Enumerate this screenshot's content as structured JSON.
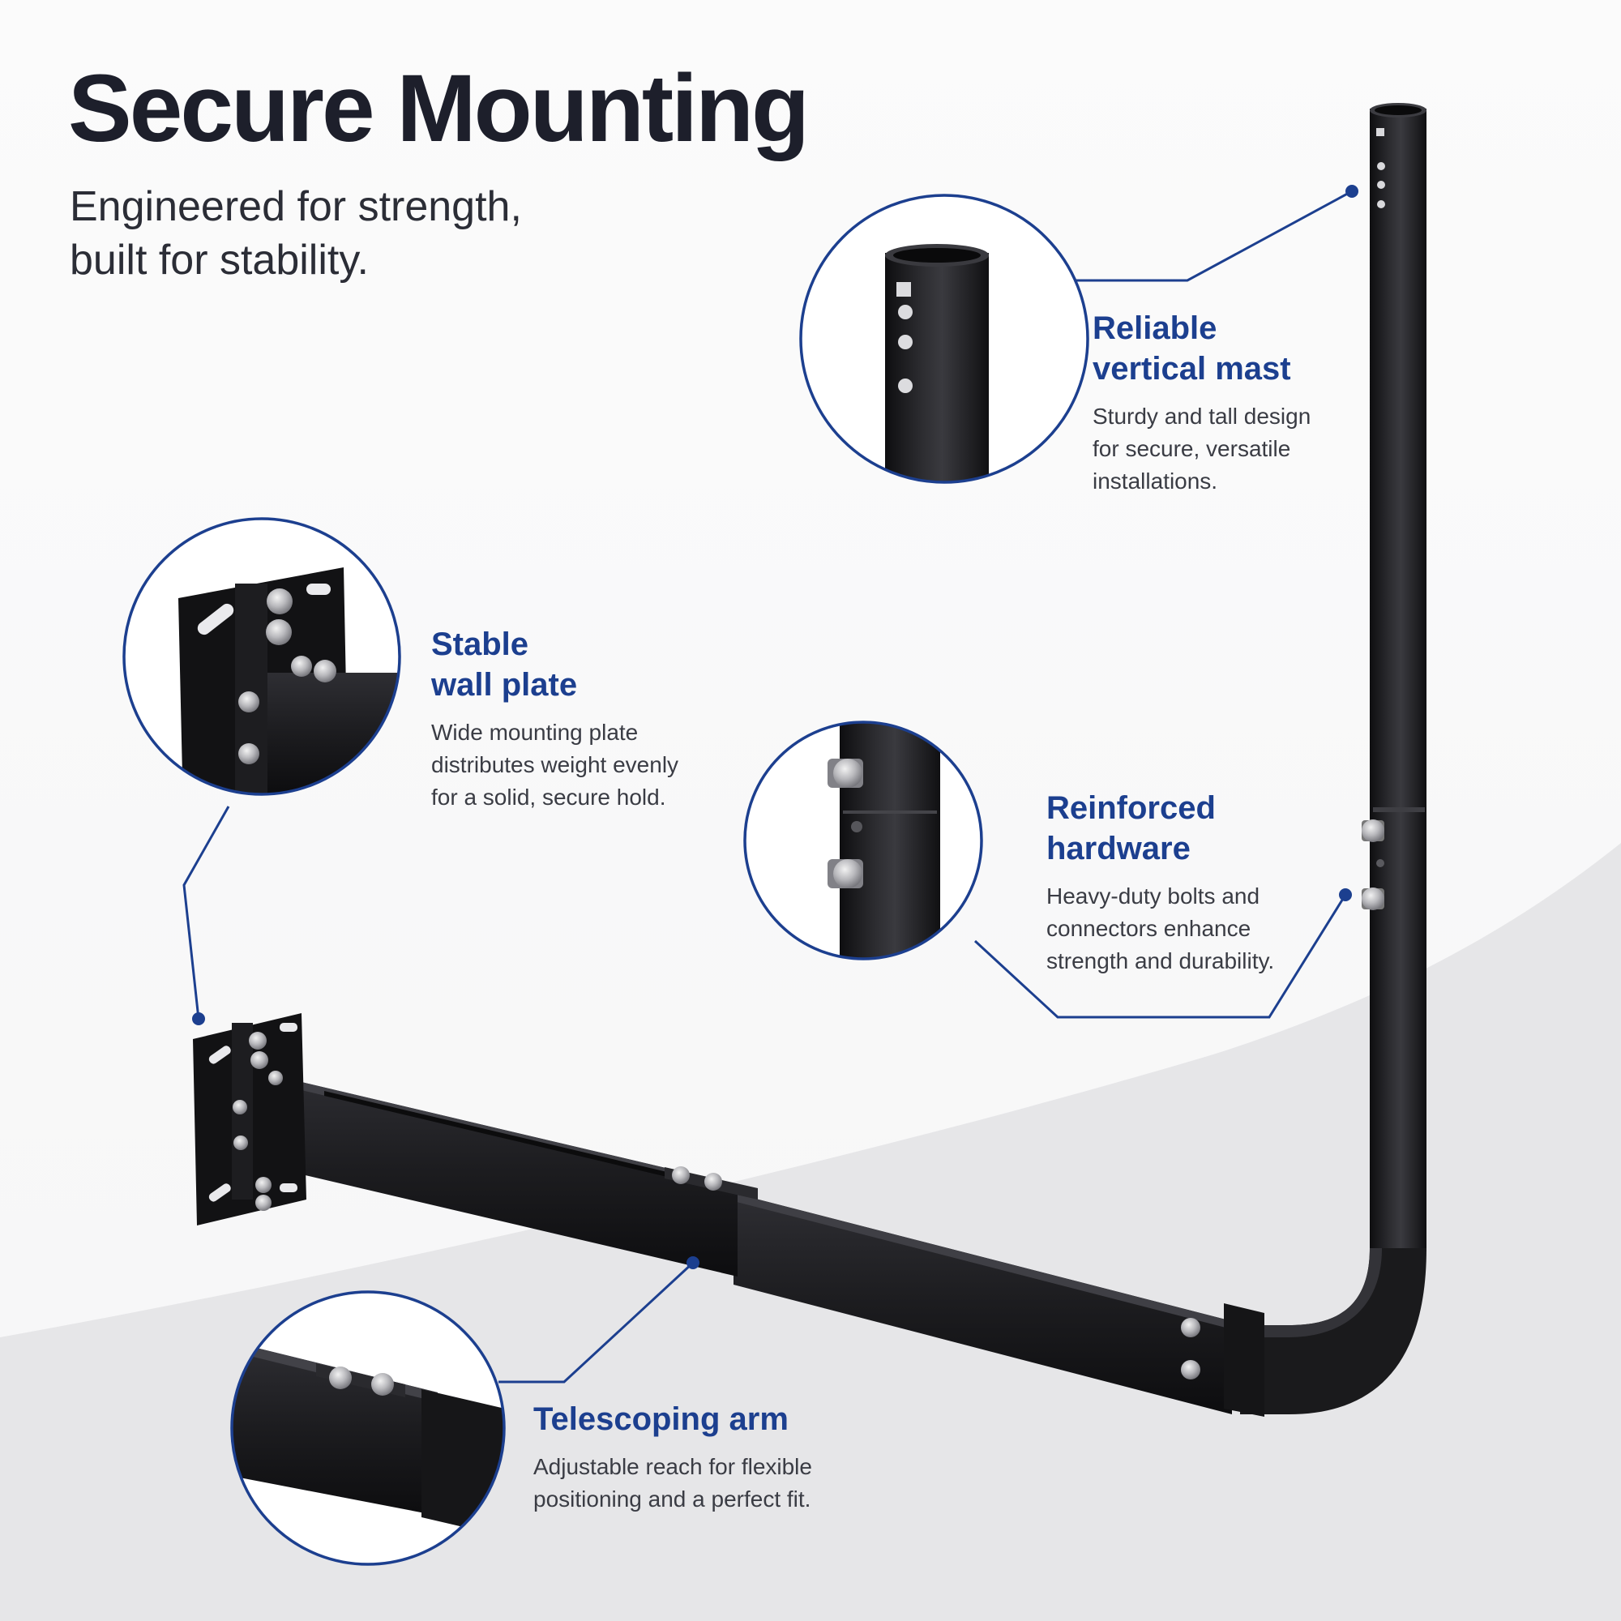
{
  "title": "Secure Mounting",
  "subtitle": [
    "Engineered for strength,",
    "built for stability."
  ],
  "colors": {
    "accent": "#1c3f8f",
    "title": "#1d1f2b",
    "metal": "#1b1b1d",
    "background": "#f7f7f8"
  },
  "features": {
    "mast": {
      "heading": [
        "Reliable",
        "vertical mast"
      ],
      "description": [
        "Sturdy and tall design",
        "for secure, versatile",
        "installations."
      ]
    },
    "plate": {
      "heading": [
        "Stable",
        "wall plate"
      ],
      "description": [
        "Wide mounting plate",
        "distributes weight evenly",
        "for a solid, secure hold."
      ]
    },
    "hardware": {
      "heading": [
        "Reinforced",
        "hardware"
      ],
      "description": [
        "Heavy-duty bolts and",
        "connectors enhance",
        "strength and durability."
      ]
    },
    "arm": {
      "heading": [
        "Telescoping arm"
      ],
      "description": [
        "Adjustable reach for flexible",
        "positioning and a perfect fit."
      ]
    }
  }
}
